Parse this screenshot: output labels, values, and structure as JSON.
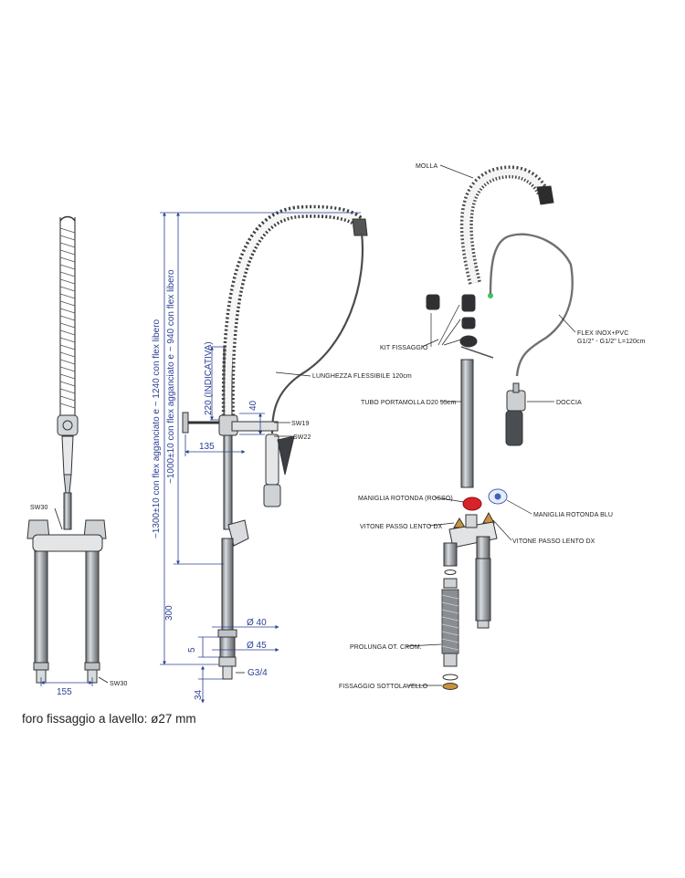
{
  "dimensions": {
    "d155": "155",
    "sw30_left": "SW30",
    "sw30_bottom": "SW30",
    "height_hooked": "~1300±10 con flex agganciato e ~ 1240 con flex libero",
    "height_free": "~1000±10 con flex agganciato e ~ 940 con flex libero",
    "d220": "220 (INDICATIVA)",
    "d40_v": "40",
    "d135": "135",
    "sw19": "SW19",
    "sw22": "SW22",
    "hose_length": "LUNGHEZZA FLESSIBILE 120cm",
    "d300": "300",
    "dia40": "Ø 40",
    "d5": "5",
    "dia45": "Ø 45",
    "g34": "G3/4",
    "d34": "34"
  },
  "parts": {
    "molla": "MOLLA",
    "flex_line1": "FLEX INOX+PVC",
    "flex_line2": "G1/2\" - G1/2\" L=120cm",
    "kit": "KIT FISSAGGIO",
    "tubo": "TUBO PORTAMOLLA D20 55cm",
    "doccia": "DOCCIA",
    "maniglia_rossa": "MANIGLIA ROTONDA (ROSSO)",
    "maniglia_blu": "MANIGLIA ROTONDA BLU",
    "vitone_left": "VITONE PASSO LENTO DX",
    "vitone_right": "VITONE PASSO LENTO DX",
    "prolunga": "PROLUNGA OT. CROM.",
    "fissaggio": "FISSAGGIO SOTTOLAVELLO"
  },
  "caption": "foro fissaggio a lavello: ø27 mm",
  "colors": {
    "dimension": "#2b3f95",
    "handle_red": "#d8232a",
    "handle_blue": "#3d62c4",
    "nozzle_green": "#3ec45a",
    "brass": "#c9923a"
  }
}
